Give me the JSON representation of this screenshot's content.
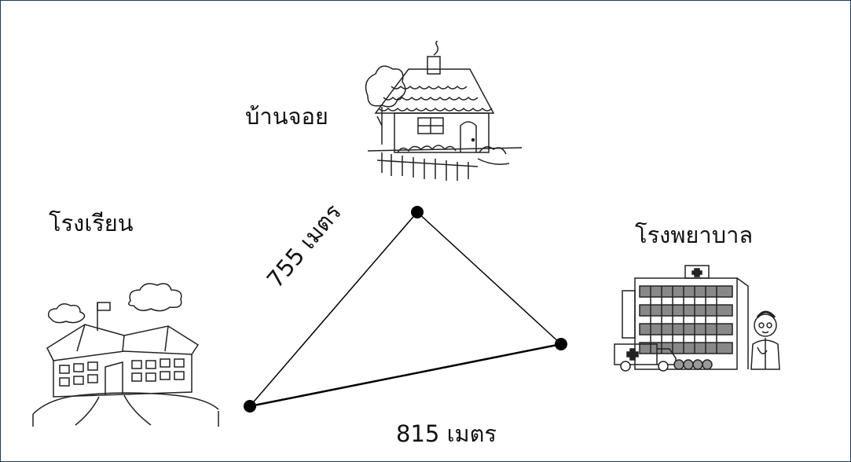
{
  "labels": {
    "home": "บ้านจอย",
    "school": "โรงเรียน",
    "hospital": "โรงพยาบาล"
  },
  "distances": {
    "home_school": "755 เมตร",
    "school_hospital": "815 เมตร"
  },
  "colors": {
    "border": "#1f3b57",
    "line": "#000000",
    "point": "#000000",
    "ink": "#222222"
  },
  "icons": [
    "house-picture",
    "school-picture",
    "hospital-picture"
  ]
}
